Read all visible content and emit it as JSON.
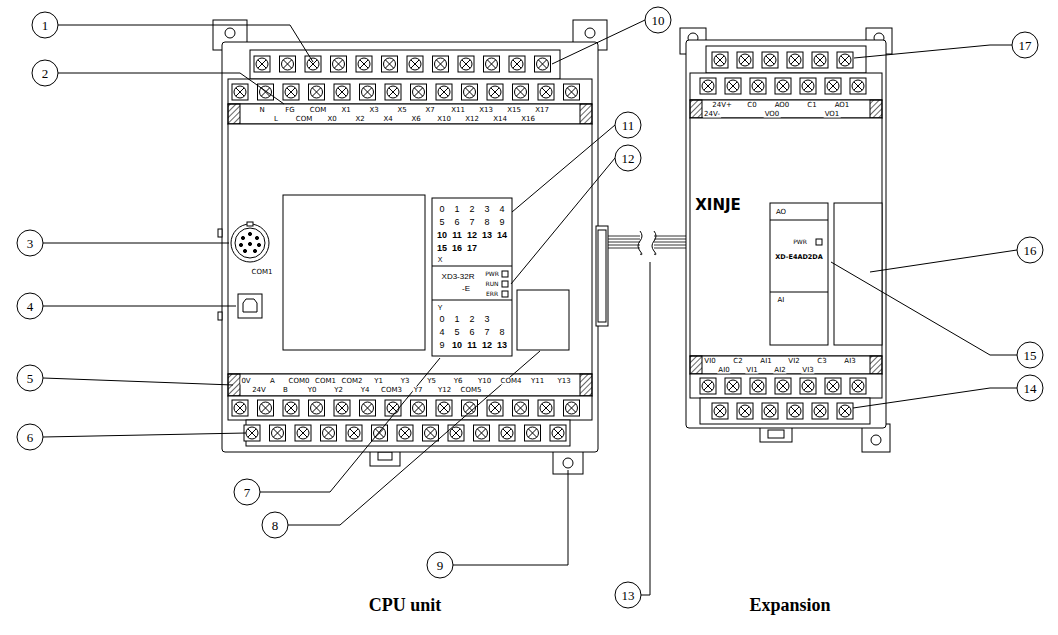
{
  "diagram": {
    "labels": [
      "1",
      "2",
      "3",
      "4",
      "5",
      "6",
      "7",
      "8",
      "9",
      "10",
      "11",
      "12",
      "13",
      "14",
      "15",
      "16",
      "17",
      "CPU unit",
      "Expansion",
      "COM1",
      "XD3-32R",
      "-E",
      "PWR",
      "RUN",
      "ERR",
      "X",
      "Y",
      "0",
      "1",
      "2",
      "3",
      "4",
      "5",
      "6",
      "7",
      "8",
      "9",
      "10",
      "11",
      "12",
      "13",
      "14",
      "15",
      "16",
      "17",
      "0",
      "1",
      "2",
      "3",
      "4",
      "5",
      "6",
      "7",
      "8",
      "9",
      "10",
      "11",
      "12",
      "13",
      "XINJE",
      "AO",
      "AI",
      "PWR",
      "XD-E4AD2DA",
      "N",
      "FG",
      "COM",
      "X1",
      "X3",
      "X5",
      "X7",
      "X11",
      "X13",
      "X15",
      "X17",
      "L",
      "COM",
      "X0",
      "X2",
      "X4",
      "X6",
      "X10",
      "X12",
      "X14",
      "X16",
      "0V",
      "A",
      "COM0",
      "COM1",
      "COM2",
      "Y1",
      "Y3",
      "Y5",
      "Y6",
      "Y10",
      "COM4",
      "Y11",
      "Y13",
      "24V",
      "B",
      "Y0",
      "Y2",
      "Y4",
      "COM3",
      "Y7",
      "Y12",
      "COM5",
      "24V+",
      "C0",
      "AO0",
      "C1",
      "AO1",
      "24V-",
      "VO0",
      "VO1",
      "VI0",
      "C2",
      "AI1",
      "VI2",
      "C3",
      "AI3",
      "AI0",
      "VI1",
      "AI2",
      "VI3"
    ]
  }
}
